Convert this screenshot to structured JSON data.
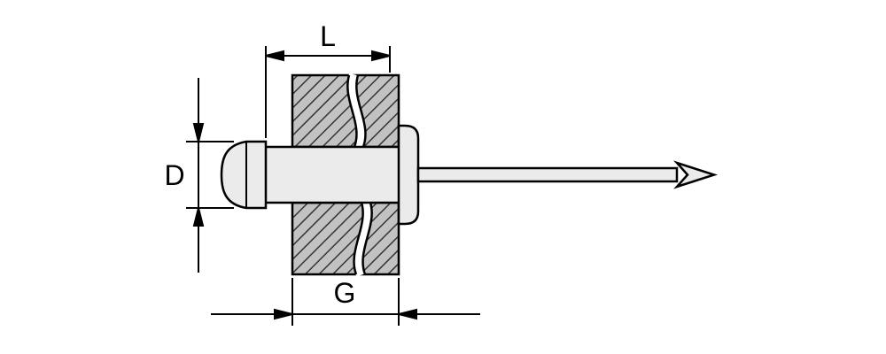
{
  "diagram": {
    "type": "technical-drawing",
    "subject": "blind-rivet-cross-section",
    "labels": {
      "length": "L",
      "diameter": "D",
      "grip": "G"
    },
    "colors": {
      "background": "#ffffff",
      "outline": "#000000",
      "plate_fill": "#c2c2c2",
      "hatch_line": "#333333",
      "metal_fill": "#ebebeb"
    }
  }
}
